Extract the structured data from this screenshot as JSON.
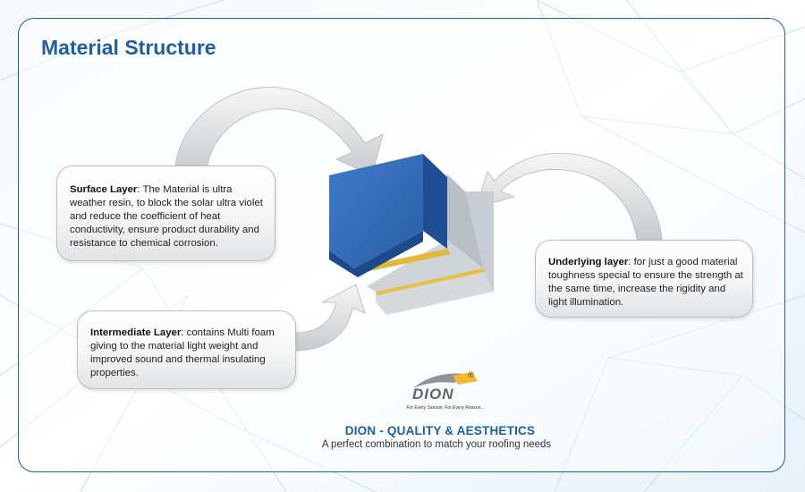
{
  "title": "Material Structure",
  "layers": {
    "surface": {
      "name": "Surface Layer",
      "text": ": The Material is ultra weather resin, to block the solar ultra violet and reduce the coefficient of heat conductivity, ensure product durability and resistance to chemical corrosion."
    },
    "intermediate": {
      "name": "Intermediate Layer",
      "text": ": contains Multi foam giving to the material light weight and improved sound and thermal insulating properties."
    },
    "underlying": {
      "name": "Underlying layer",
      "text": ": for just a good material toughness special to ensure the strength at the same time, increase the rigidity and light illumination."
    }
  },
  "logo": {
    "wordmark": "DION",
    "tagline": "For Every Season, For Every Reason...",
    "registered": "®"
  },
  "footer": {
    "title": "DION - QUALITY & AESTHETICS",
    "subtitle": "A perfect combination to match your roofing needs"
  },
  "colors": {
    "title_blue": "#1f5f9e",
    "surface_blue": "#2e64b0",
    "foam_yellow": "#e0b93a",
    "base_grey": "#c9ced3",
    "logo_yellow": "#f3b82e"
  }
}
